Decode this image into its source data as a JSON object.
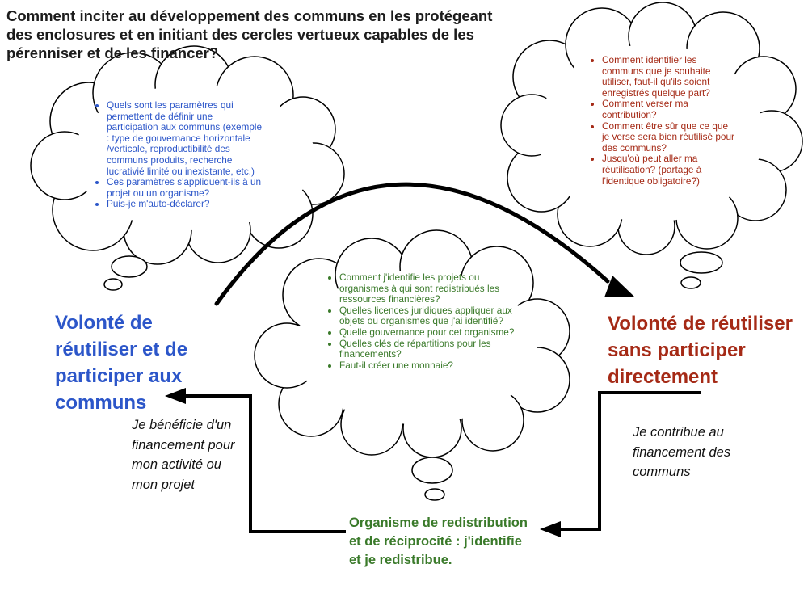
{
  "title": "Comment inciter au développement des communs en les protégeant des enclosures et en initiant des cercles vertueux capables de les pérenniser et de les financer?",
  "colors": {
    "blue": "#2c56c9",
    "red": "#a52a16",
    "green": "#3a7a2a",
    "arrow": "#000000",
    "cloud_stroke": "#000000",
    "cloud_fill": "#ffffff"
  },
  "clouds": {
    "left": {
      "color": "blue",
      "items": [
        "Quels sont les paramètres qui permettent de définir une participation aux communs (exemple : type de gouvernance horizontale /verticale, reproductibilité des communs produits, recherche lucrativié limité ou inexistante, etc.)",
        "Ces paramètres s'appliquent-ils à un projet ou un organisme?",
        "Puis-je m'auto-déclarer?"
      ]
    },
    "right": {
      "color": "red",
      "items": [
        "Comment identifier les communs que je souhaite utiliser,  faut-il qu'ils soient enregistrés quelque part?",
        "Comment verser ma contribution?",
        "Comment être sûr que ce que je verse sera bien réutilisé pour des communs?",
        "Jusqu'où peut aller ma réutilisation? (partage à l'identique obligatoire?)"
      ]
    },
    "center": {
      "color": "green",
      "items": [
        "Comment j'identifie les projets ou organismes à qui sont redistribués les ressources financières?",
        "Quelles licences juridiques appliquer aux objets ou organismes que j'ai identifié?",
        "Quelle gouvernance pour cet organisme?",
        "Quelles clés de répartitions pour les financements?",
        "Faut-il créer une monnaie?"
      ]
    }
  },
  "nodes": {
    "left": "Volonté de réutiliser et de participer aux communs",
    "right": "Volonté de réutiliser sans participer directement",
    "bottom": "Organisme de redistribution et de réciprocité : j'identifie et je redistribue."
  },
  "captions": {
    "left": "Je bénéficie d'un financement pour mon activité ou mon projet",
    "right": "Je contribue au financement des communs"
  }
}
